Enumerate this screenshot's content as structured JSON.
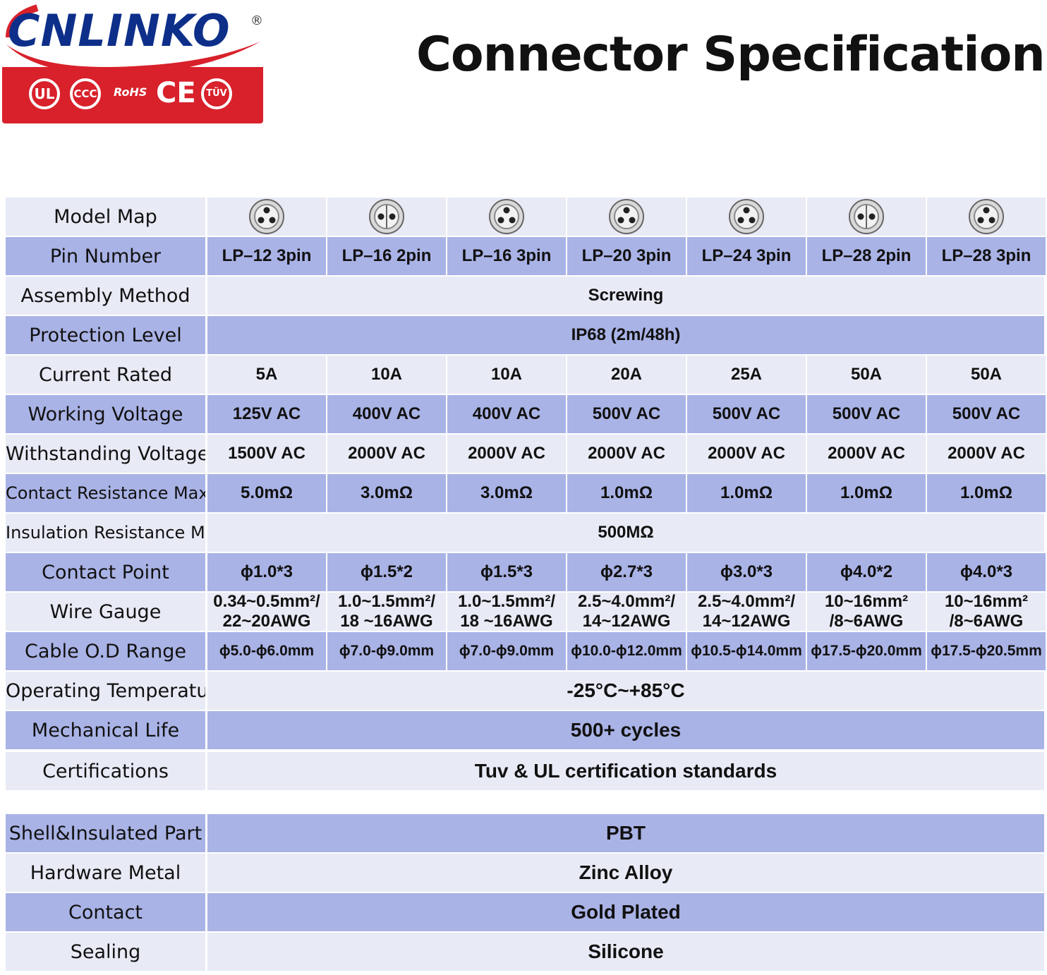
{
  "header": {
    "brand": "CNLINKO",
    "registered_mark": "®",
    "certifications": [
      "UL",
      "CCC",
      "RoHS",
      "CE",
      "TÜV"
    ],
    "title": "Connector Specifications"
  },
  "specs": {
    "models": [
      {
        "icon": "connector-3pin-icon"
      },
      {
        "icon": "connector-2pin-icon"
      },
      {
        "icon": "connector-3pin-icon"
      },
      {
        "icon": "connector-3pin-icon"
      },
      {
        "icon": "connector-3pin-icon"
      },
      {
        "icon": "connector-2pin-icon"
      },
      {
        "icon": "connector-3pin-icon"
      }
    ],
    "rows": [
      {
        "label": "Model Map",
        "type": "icons"
      },
      {
        "label": "Pin Number",
        "values": [
          "LP–12 3pin",
          "LP–16 2pin",
          "LP–16 3pin",
          "LP–20 3pin",
          "LP–24 3pin",
          "LP–28 2pin",
          "LP–28 3pin"
        ]
      },
      {
        "label": "Assembly Method",
        "span": "Screwing"
      },
      {
        "label": "Protection Level",
        "span": "IP68 (2m/48h)"
      },
      {
        "label": "Current Rated",
        "values": [
          "5A",
          "10A",
          "10A",
          "20A",
          "25A",
          "50A",
          "50A"
        ]
      },
      {
        "label": "Working Voltage",
        "values": [
          "125V AC",
          "400V AC",
          "400V AC",
          "500V AC",
          "500V AC",
          "500V AC",
          "500V AC"
        ]
      },
      {
        "label": "Withstanding Voltage",
        "values": [
          "1500V AC",
          "2000V AC",
          "2000V AC",
          "2000V AC",
          "2000V AC",
          "2000V AC",
          "2000V AC"
        ]
      },
      {
        "label": "Contact Resistance Max",
        "values": [
          "5.0mΩ",
          "3.0mΩ",
          "3.0mΩ",
          "1.0mΩ",
          "1.0mΩ",
          "1.0mΩ",
          "1.0mΩ"
        ]
      },
      {
        "label": "Insulation Resistance Min",
        "span": "500MΩ"
      },
      {
        "label": "Contact Point",
        "values": [
          "ϕ1.0*3",
          "ϕ1.5*2",
          "ϕ1.5*3",
          "ϕ2.7*3",
          "ϕ3.0*3",
          "ϕ4.0*2",
          "ϕ4.0*3"
        ]
      },
      {
        "label": "Wire Gauge",
        "values2": [
          [
            "0.34~0.5mm²/",
            "22~20AWG"
          ],
          [
            "1.0~1.5mm²/",
            "18 ~16AWG"
          ],
          [
            "1.0~1.5mm²/",
            "18 ~16AWG"
          ],
          [
            "2.5~4.0mm²/",
            "14~12AWG"
          ],
          [
            "2.5~4.0mm²/",
            "14~12AWG"
          ],
          [
            "10~16mm²",
            "/8~6AWG"
          ],
          [
            "10~16mm²",
            "/8~6AWG"
          ]
        ]
      },
      {
        "label": "Cable O.D Range",
        "values": [
          "ϕ5.0-ϕ6.0mm",
          "ϕ7.0-ϕ9.0mm",
          "ϕ7.0-ϕ9.0mm",
          "ϕ10.0-ϕ12.0mm",
          "ϕ10.5-ϕ14.0mm",
          "ϕ17.5-ϕ20.0mm",
          "ϕ17.5-ϕ20.5mm"
        ]
      },
      {
        "label": "Operating Temperature",
        "span": "-25°C~+85°C"
      },
      {
        "label": "Mechanical Life",
        "span": "500+ cycles"
      },
      {
        "label": "Certifications",
        "span": "Tuv & UL certification standards"
      }
    ]
  },
  "materials": {
    "rows": [
      {
        "label": "Shell&Insulated Part",
        "span": "PBT"
      },
      {
        "label": "Hardware Metal",
        "span": "Zinc Alloy"
      },
      {
        "label": "Contact",
        "span": "Gold Plated"
      },
      {
        "label": "Sealing",
        "span": "Silicone"
      }
    ]
  },
  "colors": {
    "row_light": "#e8eaf5",
    "row_dark": "#aab3e6",
    "brand_red": "#d8212b",
    "brand_blue": "#0d2f8a"
  }
}
